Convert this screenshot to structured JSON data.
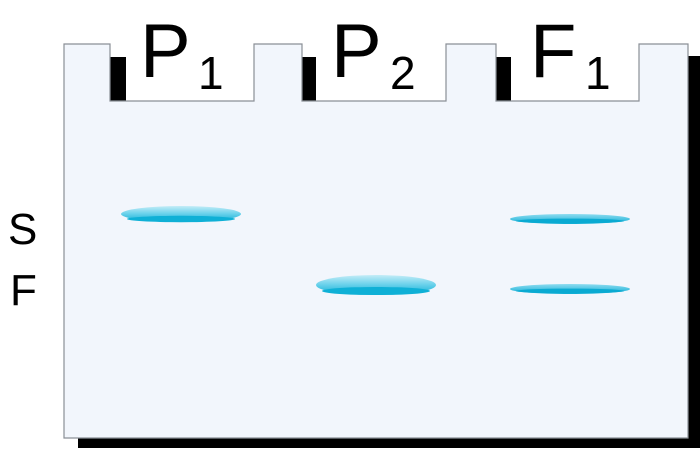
{
  "lanes": [
    {
      "label": "P",
      "subscript": "1"
    },
    {
      "label": "P",
      "subscript": "2"
    },
    {
      "label": "F",
      "subscript": "1"
    }
  ],
  "band_labels": {
    "slow": "S",
    "fast": "F"
  },
  "bands": [
    {
      "lane": "P1",
      "allele": "S"
    },
    {
      "lane": "P2",
      "allele": "F"
    },
    {
      "lane": "F1",
      "allele": "S"
    },
    {
      "lane": "F1",
      "allele": "F"
    }
  ],
  "colors": {
    "gel": "#f2f6fc",
    "band": "#1bb8d8",
    "shadow": "#000000"
  }
}
